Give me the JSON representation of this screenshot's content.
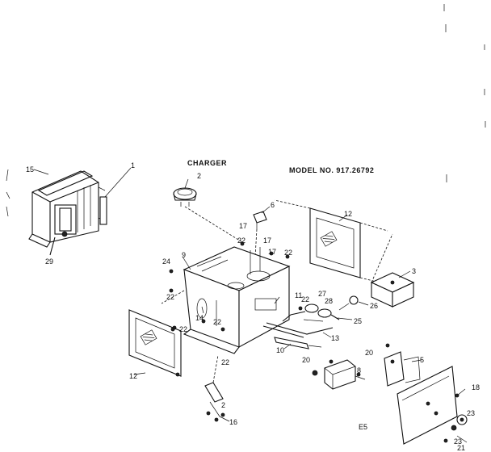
{
  "diagram": {
    "title": "CHARGER",
    "model_number": "MODEL NO. 917.26792",
    "page_code": "E5",
    "part_numbers": [
      "1",
      "2",
      "3",
      "5",
      "6",
      "8",
      "9",
      "10",
      "11",
      "12",
      "13",
      "14",
      "15",
      "16",
      "17",
      "18",
      "20",
      "21",
      "22",
      "23",
      "24",
      "25",
      "26",
      "27",
      "28",
      "29"
    ]
  }
}
